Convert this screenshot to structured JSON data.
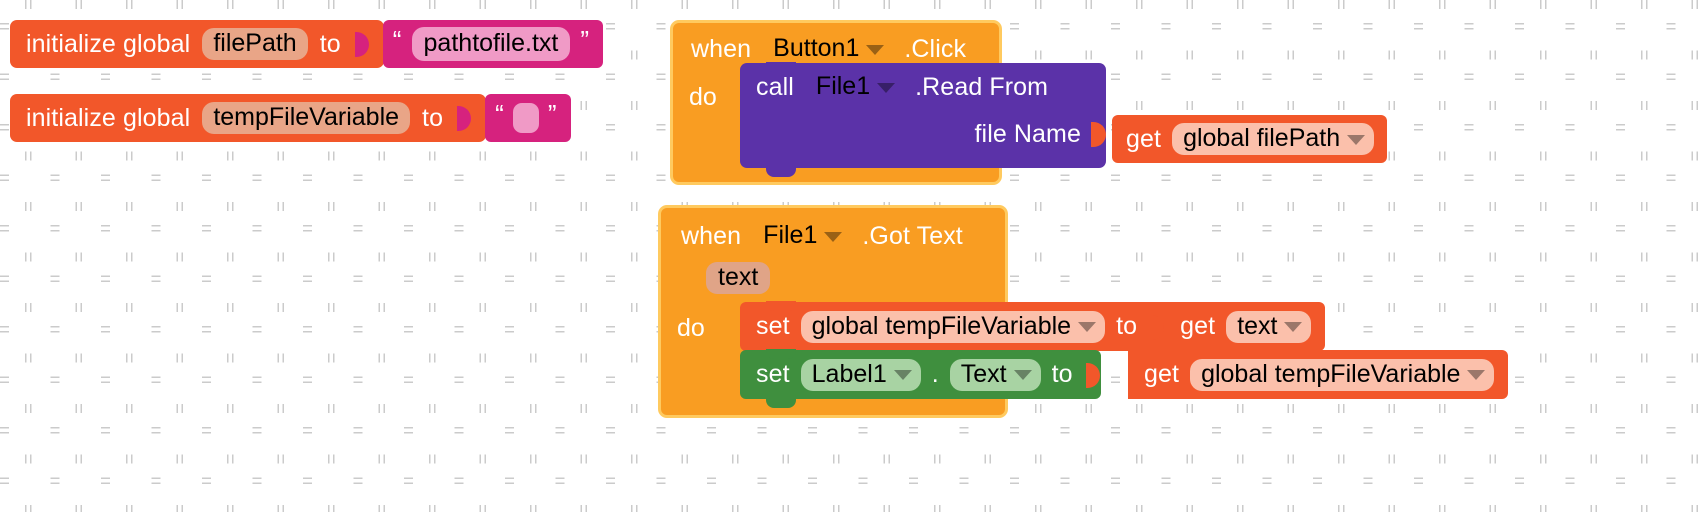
{
  "workspace": {
    "name": "MIT App Inventor blocks editor canvas",
    "background": "#ffffff",
    "grid_color": "#c9c9c9"
  },
  "colors": {
    "variable": "#f2572a",
    "variable_field": "#fbc0ab",
    "text": "#d6227e",
    "text_field": "#f09ac6",
    "event": "#f99d22",
    "event_border": "#ffca5f",
    "event_field": "#fcd69b",
    "call": "#5b32a8",
    "call_field": "#b7a4dc",
    "setter": "#3f8f3e",
    "setter_field": "#a8d3a3",
    "init_field": "#e9a587"
  },
  "blocks": {
    "init_filepath": {
      "keyword": "initialize global",
      "variable": "filePath",
      "to": "to",
      "value": {
        "open_quote": "“",
        "text": "pathtofile.txt",
        "close_quote": "”"
      }
    },
    "init_tempvar": {
      "keyword": "initialize global",
      "variable": "tempFileVariable",
      "to": "to",
      "value": {
        "open_quote": "“",
        "text": "",
        "close_quote": "”"
      }
    },
    "when_button_click": {
      "when": "when",
      "component": "Button1",
      "event": ".Click",
      "do": "do",
      "body": {
        "call": "call",
        "component": "File1",
        "method": ".Read From",
        "arg_label": "file Name",
        "arg_value": {
          "get": "get",
          "variable": "global filePath"
        }
      }
    },
    "when_file_gottext": {
      "when": "when",
      "component": "File1",
      "event": ".Got Text",
      "param": "text",
      "do": "do",
      "body": [
        {
          "set": "set",
          "target": "global tempFileVariable",
          "to": "to",
          "value": {
            "get": "get",
            "variable": "text"
          }
        },
        {
          "set": "set",
          "target": "Label1",
          "dot": ".",
          "property": "Text",
          "to": "to",
          "value": {
            "get": "get",
            "variable": "global tempFileVariable"
          }
        }
      ]
    }
  }
}
